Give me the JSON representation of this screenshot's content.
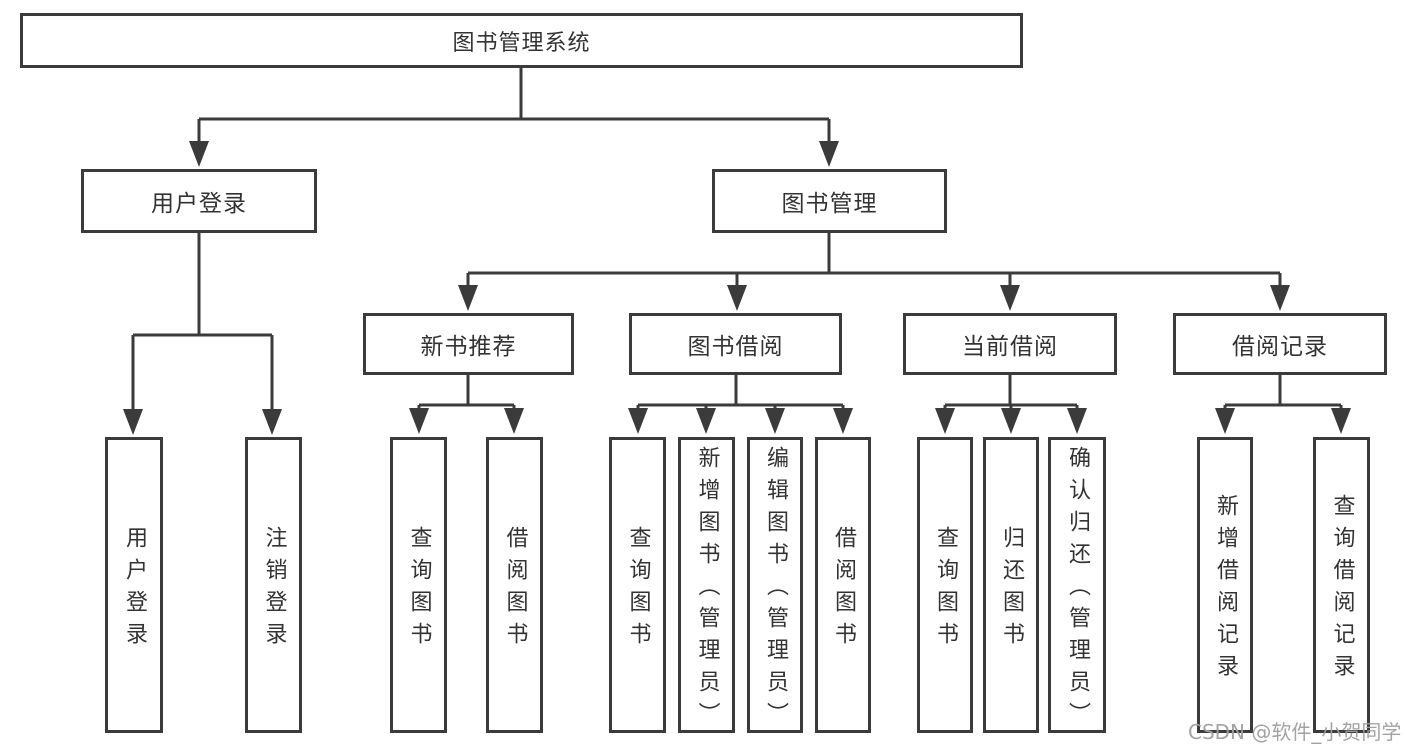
{
  "diagram": {
    "title": "图书管理系统",
    "root": {
      "label": "图书管理系统"
    },
    "level2": [
      {
        "label": "用户登录"
      },
      {
        "label": "图书管理"
      }
    ],
    "level3": [
      {
        "label": "新书推荐"
      },
      {
        "label": "图书借阅"
      },
      {
        "label": "当前借阅"
      },
      {
        "label": "借阅记录"
      }
    ],
    "leaves": {
      "user_login": [
        {
          "label": "用户登录"
        },
        {
          "label": "注销登录"
        }
      ],
      "new_book": [
        {
          "label": "查询图书"
        },
        {
          "label": "借阅图书"
        }
      ],
      "book_borrow": [
        {
          "label": "查询图书"
        },
        {
          "label": "新增图书（管理员）"
        },
        {
          "label": "编辑图书（管理员）"
        },
        {
          "label": "借阅图书"
        }
      ],
      "current_borrow": [
        {
          "label": "查询图书"
        },
        {
          "label": "归还图书"
        },
        {
          "label": "确认归还（管理员）"
        }
      ],
      "borrow_record": [
        {
          "label": "新增借阅记录"
        },
        {
          "label": "查询借阅记录"
        }
      ]
    },
    "watermark": "CSDN @软件_小贺同学",
    "colors": {
      "line": "#3b3b3b",
      "text": "#333333",
      "watermark": "#9e9e9e",
      "background": "#ffffff"
    }
  }
}
